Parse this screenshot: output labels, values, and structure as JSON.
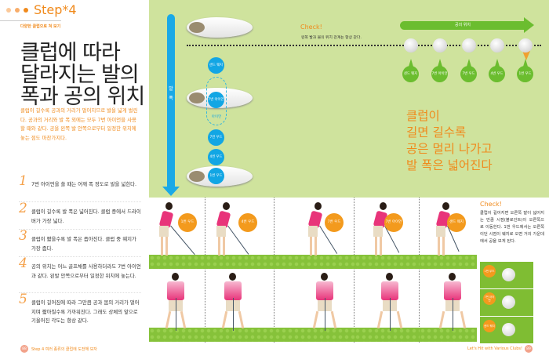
{
  "left_page": {
    "step_label": "Step*4",
    "subtitle": "다양한 클럽으로 쳐 보기",
    "title_lines": [
      "클럽에 따라",
      "달라지는 발의",
      "폭과 공의 위치"
    ],
    "intro": "클럽이 길수록 공과의 거리가 멀어지므로 발을 넓게 벌린다. 공과의 거리와 발 폭 외에는 모두 7번 아이언을 사용할 때와 같다. 공을 왼쪽 발 안쪽으로부터 일정한 위치에 놓는 점도 마찬가지다.",
    "tips": [
      {
        "num": "1",
        "text": "7번 아이언을 쓸 때는 어깨 폭 정도로 발을 넓힌다."
      },
      {
        "num": "2",
        "text": "클럽이 길수록 발 폭은 넓어진다. 클럽 중에서 드라이버가 가장 넓다."
      },
      {
        "num": "3",
        "text": "클럽이 짧을수록 발 폭은 좁아진다. 클럽 중 웨지가 가장 좁다."
      },
      {
        "num": "4",
        "text": "공의 위치는 어느 골프채를 사용하더라도 7번 아이언과 같다. 왼발 안쪽으로부터 일정한 위치에 놓는다."
      },
      {
        "num": "5",
        "text": "클럽이 길어짐에 따라 그만큼 공과 몸의 거리가 멀어지며 짧아질수록 가까워진다. 그래도 상체의 앞으로 기울어진 각도는 항상 같다."
      }
    ],
    "page_number": "88",
    "footer": "Step 4 여러 종류의 클럽에 도전해 보자"
  },
  "diagram": {
    "foot_width_label": "발 폭",
    "foot_clubs": [
      "샌드 웨지",
      "7번 아이언",
      "7번 우드",
      "4번 우드",
      "1번 우드"
    ],
    "iron_label": "아이언",
    "check_title": "Check!",
    "check_text": "왼쪽 발과 볼의 위치 관계는 항상 같다.",
    "ball_position_label": "공의 위치",
    "ball_clubs": [
      "샌드 웨지",
      "7번 아이언",
      "7번 우드",
      "4번 우드",
      "1번 우드"
    ],
    "headline_lines": [
      "클럽이",
      "길면 길수록",
      "공은 멀리 나가고",
      "발 폭은 넓어진다"
    ]
  },
  "photos": {
    "clubs": [
      "1번 우드",
      "4번 우드",
      "7번 우드",
      "7번 아이언",
      "샌드 웨지"
    ]
  },
  "right_panel": {
    "check_title": "Check!",
    "check_text": "클럽이 길어지면 오른쪽 발이 넓어지는 만큼 시점(블로인트)이 오른쪽으로 이동한다. 1번 우드에서는 오른쪽이던 시점이 웨지로 오면 거의 가운데에서 공을 보게 된다.",
    "boxes": [
      "1번 우드",
      "7번 아이언",
      "샌드 웨지"
    ],
    "footer": "Let's Hit with Various Clubs!",
    "page_number": "89"
  },
  "colors": {
    "orange": "#f08a1c",
    "blue": "#12a6e4",
    "green": "#6bbd2f",
    "bg_green": "#cfe39d"
  }
}
